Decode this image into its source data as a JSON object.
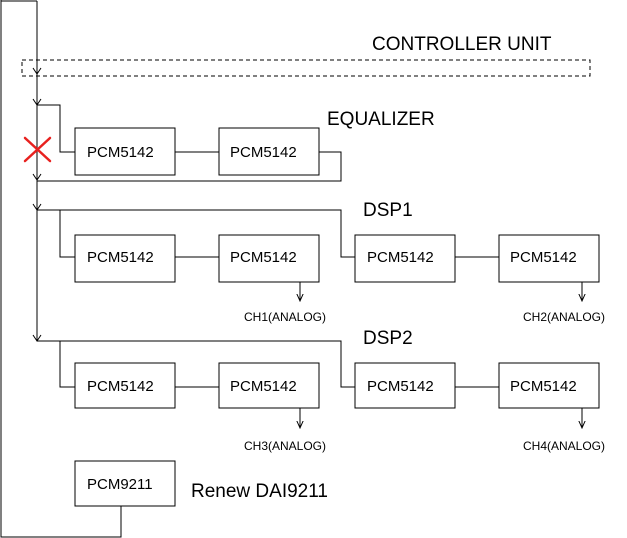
{
  "labels": {
    "controller": "CONTROLLER UNIT",
    "equalizer": "EQUALIZER",
    "dsp1": "DSP1",
    "dsp2": "DSP2",
    "renew": "Renew DAI9211"
  },
  "chips": {
    "eq_a": "PCM5142",
    "eq_b": "PCM5142",
    "dsp1_a": "PCM5142",
    "dsp1_b": "PCM5142",
    "dsp1_c": "PCM5142",
    "dsp1_d": "PCM5142",
    "dsp2_a": "PCM5142",
    "dsp2_b": "PCM5142",
    "dsp2_c": "PCM5142",
    "dsp2_d": "PCM5142",
    "receiver": "PCM9211"
  },
  "outputs": {
    "ch1": "CH1(ANALOG)",
    "ch2": "CH2(ANALOG)",
    "ch3": "CH3(ANALOG)",
    "ch4": "CH4(ANALOG)"
  },
  "colors": {
    "line": "#000000",
    "disconnect_mark": "#e8211f"
  },
  "icons": {
    "disconnect": "x-mark-icon",
    "arrow": "arrow-down-icon"
  }
}
